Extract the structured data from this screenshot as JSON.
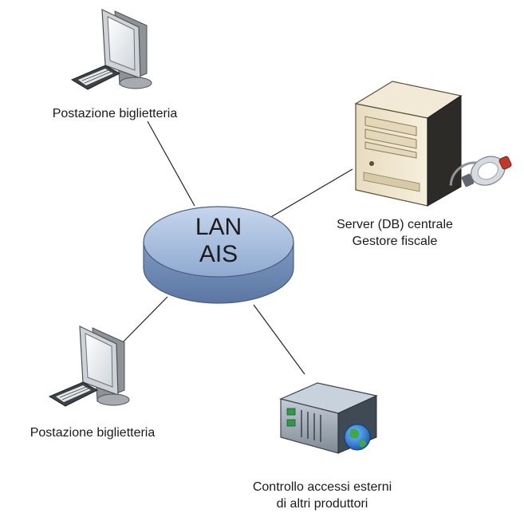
{
  "network": {
    "hub": {
      "line1": "LAN",
      "line2": "AIS"
    },
    "nodes": {
      "workstation_top": {
        "label": "Postazione biglietteria",
        "icon": "desktop-computer-icon"
      },
      "workstation_bottom": {
        "label": "Postazione biglietteria",
        "icon": "desktop-computer-icon"
      },
      "server": {
        "label_line1": "Server (DB) centrale",
        "label_line2": "Gestore fiscale",
        "icon": "tower-server-icon"
      },
      "access_control": {
        "label_line1": "Controllo accessi esterni",
        "label_line2": "di altri produttori",
        "icon": "web-server-icon"
      }
    }
  },
  "colors": {
    "hub_fill": "#9eb8d9",
    "hub_stroke": "#4a5e80",
    "line": "#222222"
  }
}
